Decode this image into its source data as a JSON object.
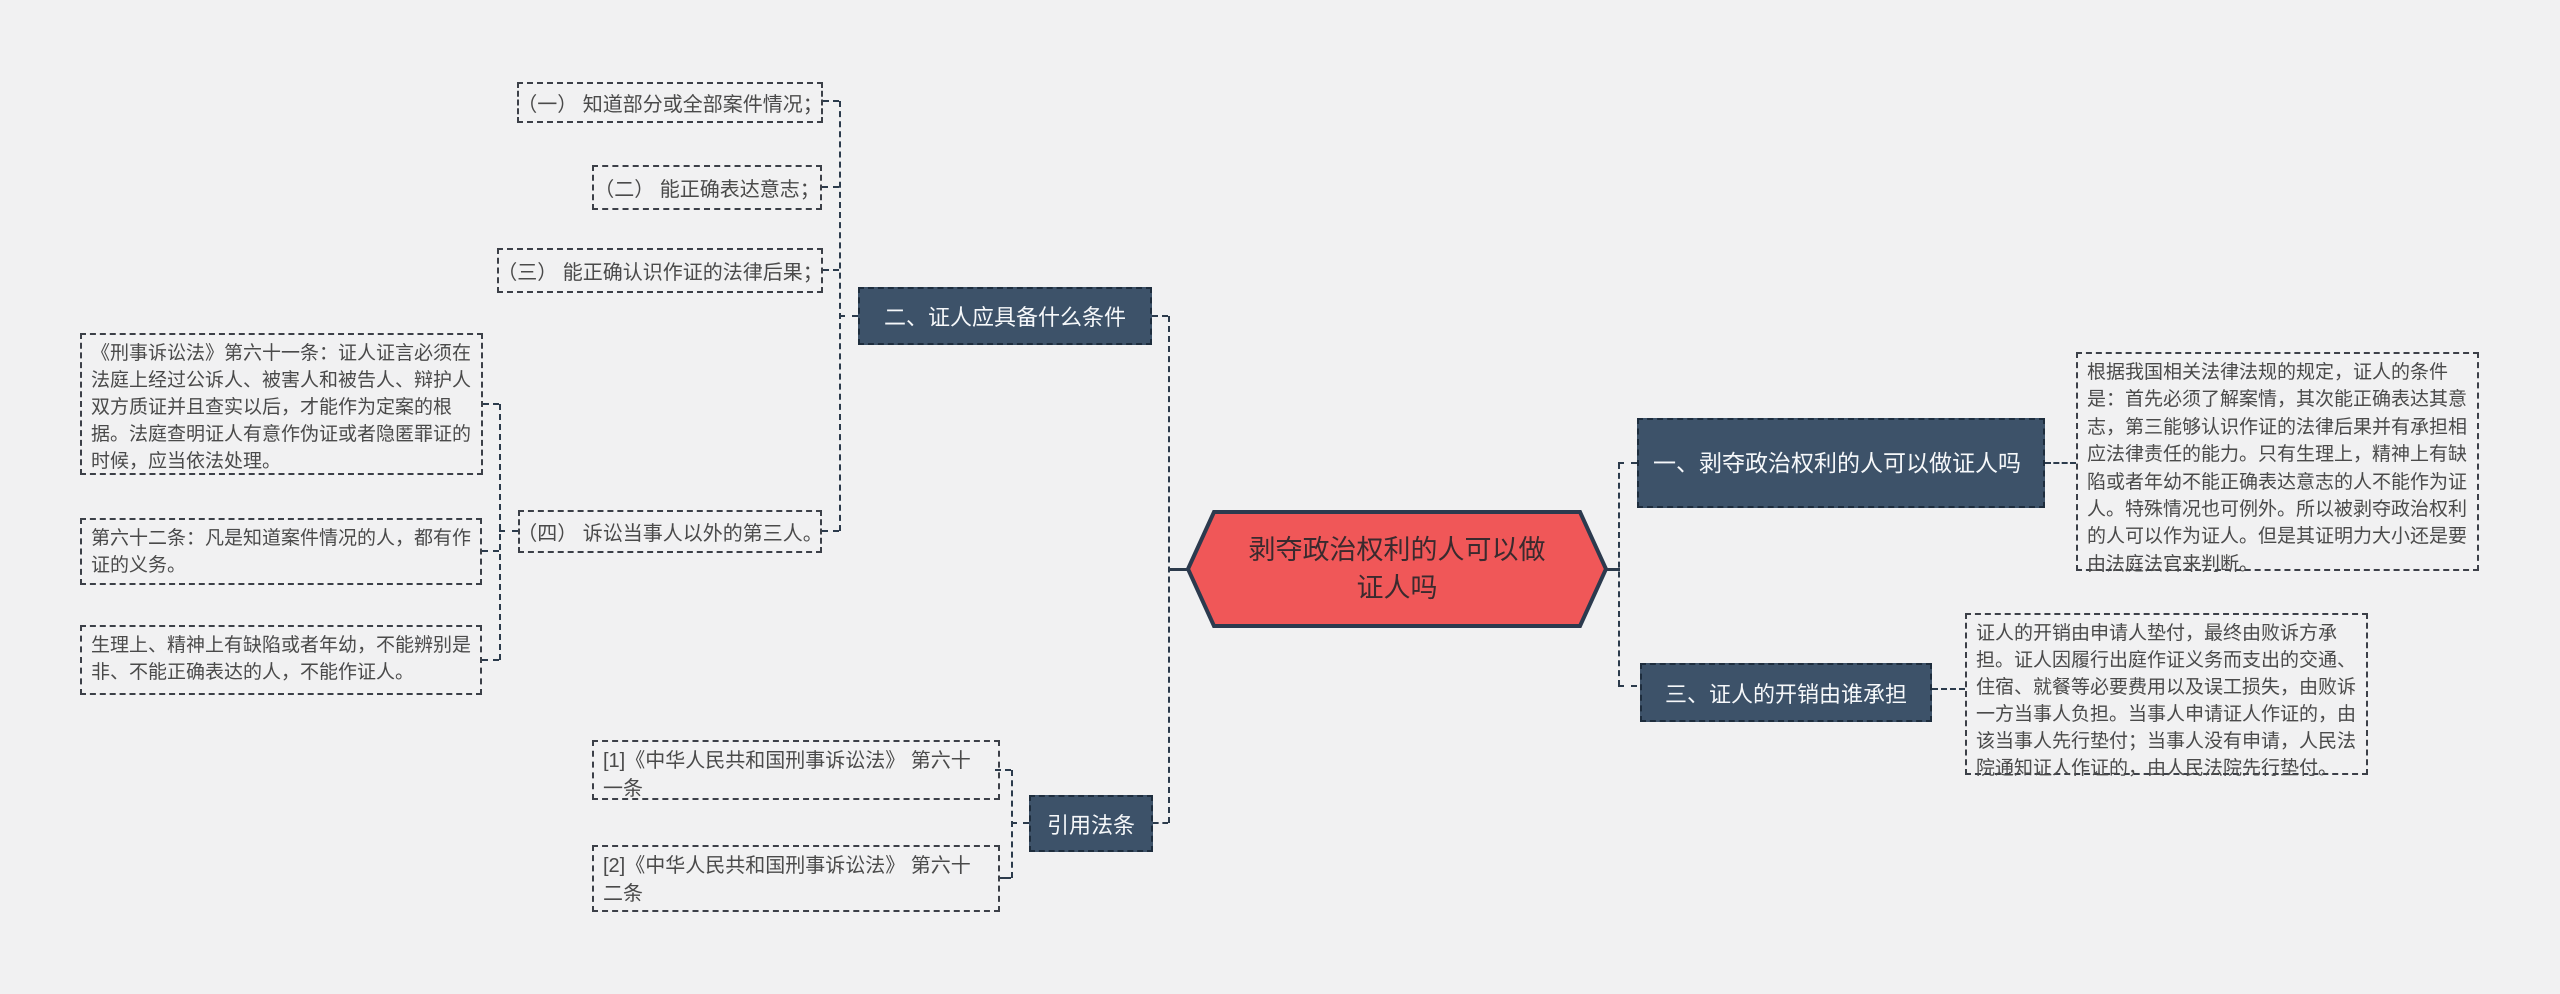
{
  "colors": {
    "background": "#f1f1f2",
    "topic_node_fill": "#3d5269",
    "topic_node_border": "#1e2d3d",
    "topic_node_text": "#f6f8fa",
    "center_node_fill": "#f05758",
    "center_node_border": "#2c3a4e",
    "center_node_text": "#3a2a2e",
    "dashed_box_border": "#3c4048",
    "dashed_box_text": "#4a4a4a",
    "connector": "#2c3b4c"
  },
  "center": {
    "label": "剥夺政治权利的人可以做证人吗"
  },
  "branches": {
    "conditions": {
      "label": "二、证人应具备什么条件",
      "items": [
        {
          "label": "（一） 知道部分或全部案件情况；"
        },
        {
          "label": "（二） 能正确表达意志；"
        },
        {
          "label": "（三） 能正确认识作证的法律后果；"
        },
        {
          "label": "（四） 诉讼当事人以外的第三人。"
        }
      ],
      "legal_texts": [
        {
          "text": "《刑事诉讼法》第六十一条：证人证言必须在法庭上经过公诉人、被害人和被告人、辩护人双方质证并且查实以后，才能作为定案的根据。法庭查明证人有意作伪证或者隐匿罪证的时候，应当依法处理。"
        },
        {
          "text": "第六十二条：凡是知道案件情况的人，都有作证的义务。"
        },
        {
          "text": "生理上、精神上有缺陷或者年幼，不能辨别是非、不能正确表达的人，不能作证人。"
        }
      ]
    },
    "answer": {
      "label": "一、剥夺政治权利的人可以做证人吗",
      "note": "根据我国相关法律法规的规定，证人的条件是：首先必须了解案情，其次能正确表达其意志，第三能够认识作证的法律后果并有承担相应法律责任的能力。只有生理上，精神上有缺陷或者年幼不能正确表达意志的人不能作为证人。特殊情况也可例外。所以被剥夺政治权利的人可以作为证人。但是其证明力大小还是要由法庭法官来判断。"
    },
    "expenses": {
      "label": "三、证人的开销由谁承担",
      "note": "证人的开销由申请人垫付，最终由败诉方承担。证人因履行出庭作证义务而支出的交通、住宿、就餐等必要费用以及误工损失，由败诉一方当事人负担。当事人申请证人作证的，由该当事人先行垫付；当事人没有申请，人民法院通知证人作证的，由人民法院先行垫付。"
    },
    "citations": {
      "label": "引用法条",
      "items": [
        {
          "text": "[1]《中华人民共和国刑事诉讼法》 第六十一条"
        },
        {
          "text": "[2]《中华人民共和国刑事诉讼法》 第六十二条"
        }
      ]
    }
  }
}
